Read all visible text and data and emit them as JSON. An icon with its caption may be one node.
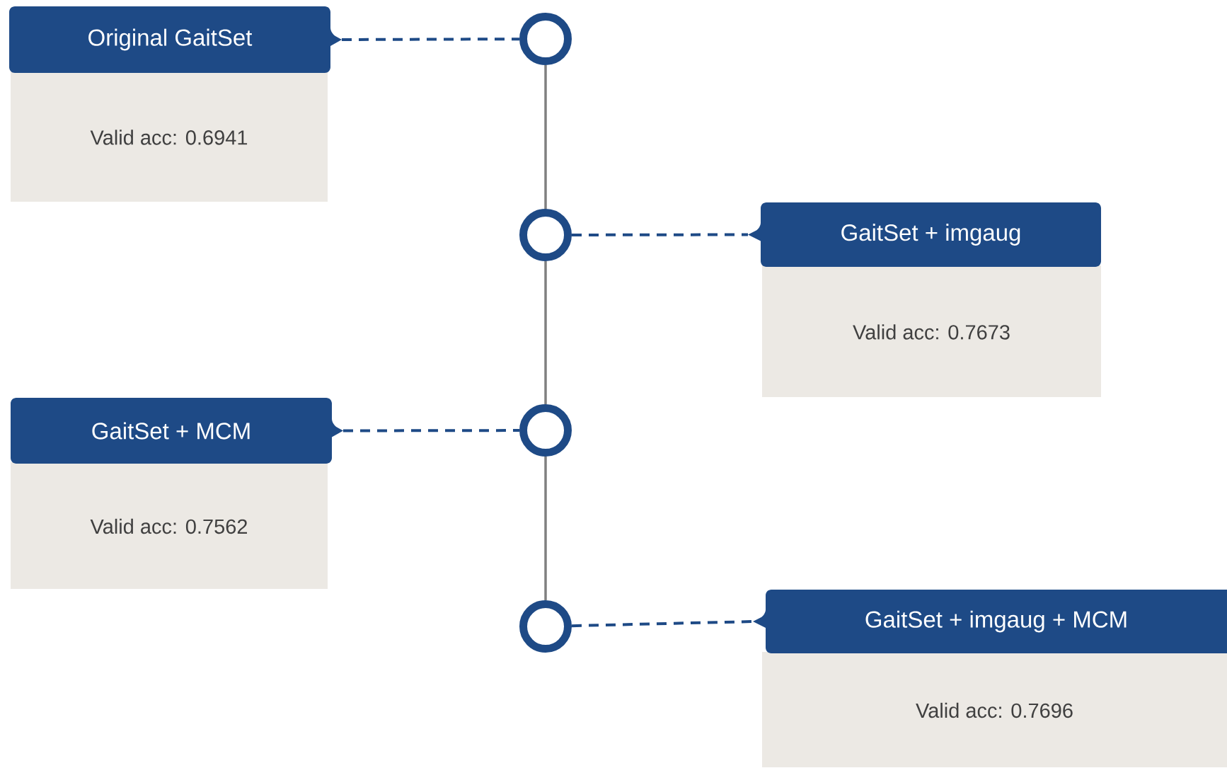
{
  "diagram": {
    "nodes": [
      {
        "text": [
          "Original GaitSet",
          "Valid acc: 0.6941"
        ]
      },
      {
        "text": [
          "GaitSet + imgaug",
          "Valid acc: 0.7673"
        ]
      },
      {
        "text": [
          "GaitSet + MCM",
          "Valid acc: 0.7562"
        ]
      },
      {
        "text": [
          "GaitSet + imgaug + MCM",
          "Valid acc: 0.7696"
        ]
      },
      {
        "text": [],
        "shape": "circle"
      },
      {
        "text": [],
        "shape": "circle"
      },
      {
        "text": [],
        "shape": "circle"
      },
      {
        "text": [],
        "shape": "circle"
      }
    ],
    "edges": [
      {
        "from": 0,
        "to": 4,
        "arrow": "none",
        "style": "dashed",
        "color": "#1e4a86"
      },
      {
        "from": 5,
        "to": 1,
        "arrow": "none",
        "style": "dashed",
        "color": "#1e4a86"
      },
      {
        "from": 2,
        "to": 6,
        "arrow": "none",
        "style": "dashed",
        "color": "#1e4a86"
      },
      {
        "from": 7,
        "to": 3,
        "arrow": "none",
        "style": "dashed",
        "color": "#1e4a86"
      },
      {
        "from": 4,
        "to": 5,
        "arrow": "none",
        "color": "#808080"
      },
      {
        "from": 5,
        "to": 6,
        "arrow": "none",
        "color": "#808080"
      },
      {
        "from": 6,
        "to": 7,
        "arrow": "none",
        "color": "#808080"
      }
    ]
  }
}
